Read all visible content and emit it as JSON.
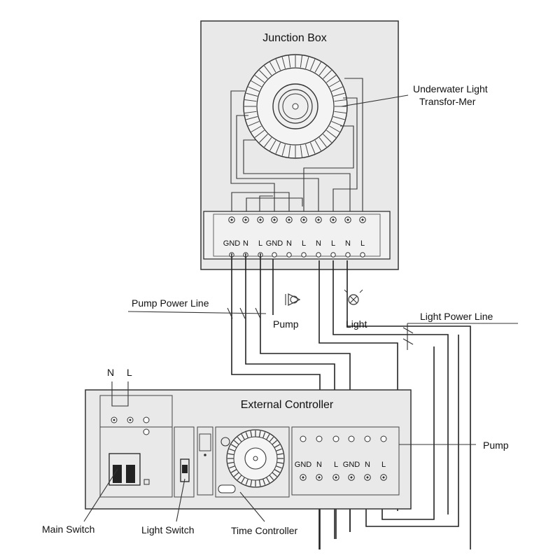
{
  "junction_box": {
    "title": "Junction Box",
    "terminals": [
      "GND",
      "N",
      "L",
      "GND",
      "N",
      "L",
      "N",
      "L",
      "N",
      "L"
    ]
  },
  "transformer_label": [
    "Underwater Light",
    "Transfor-Mer"
  ],
  "lines": {
    "pump_power": "Pump Power Line",
    "light_power": "Light Power Line"
  },
  "devices": {
    "pump": "Pump",
    "light": "Light"
  },
  "controller": {
    "title": "External Controller",
    "input_labels": [
      "N",
      "L"
    ],
    "terminals": [
      "GND",
      "N",
      "L",
      "GND",
      "N",
      "L"
    ],
    "pump_callout": "Pump"
  },
  "callouts": {
    "main_switch": "Main Switch",
    "light_switch": "Light Switch",
    "time_controller": "Time Controller"
  },
  "colors": {
    "box_fill": "#e9e9e9",
    "line": "#222222",
    "background": "#ffffff"
  }
}
